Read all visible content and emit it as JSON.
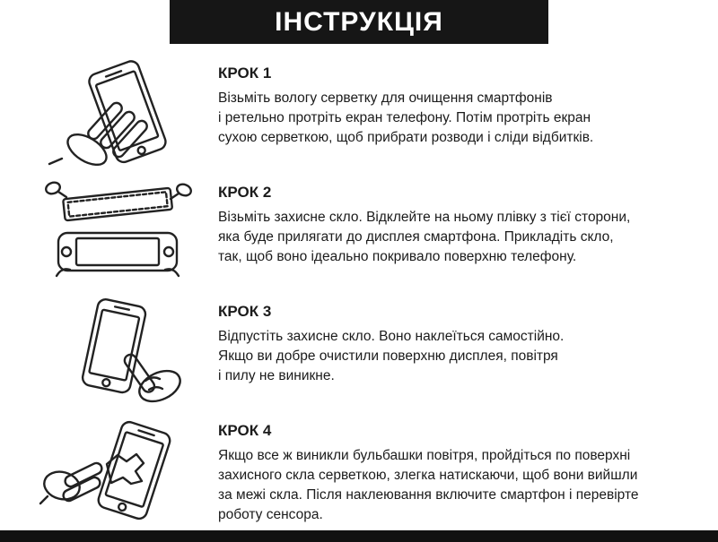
{
  "header": {
    "title": "ІНСТРУКЦІЯ"
  },
  "accent_colors": {
    "header_bg": "#161616",
    "text": "#1b1b1b",
    "page_bg": "#ffffff"
  },
  "steps": [
    {
      "title": "КРОК 1",
      "icon": "hand-wiping-phone-icon",
      "text": "Візьміть вологу серветку для очищення смартфонів\nі ретельно протріть екран телефону. Потім протріть екран\nсухою серветкою, щоб прибрати розводи і сліди відбитків."
    },
    {
      "title": "КРОК 2",
      "icon": "peeling-film-over-phone-icon",
      "text": "Візьміть захисне скло. Відклейте на ньому плівку з тієї сторони,\nяка буде прилягати до дисплея смартфона. Прикладіть скло,\nтак, щоб воно ідеально покривало поверхню телефону."
    },
    {
      "title": "КРОК 3",
      "icon": "finger-pressing-phone-icon",
      "text": "Відпустіть захисне скло. Воно наклеїться самостійно.\nЯкщо ви добре очистили поверхню дисплея, повітря\nі пилу не виникне."
    },
    {
      "title": "КРОК 4",
      "icon": "cloth-smoothing-screen-icon",
      "text": "Якщо все ж виникли бульбашки повітря, пройдіться по поверхні\nзахисного скла серветкою, злегка натискаючи, щоб вони вийшли\nза межі скла. Після наклеювання включите смартфон і перевірте\nроботу сенсора."
    }
  ]
}
